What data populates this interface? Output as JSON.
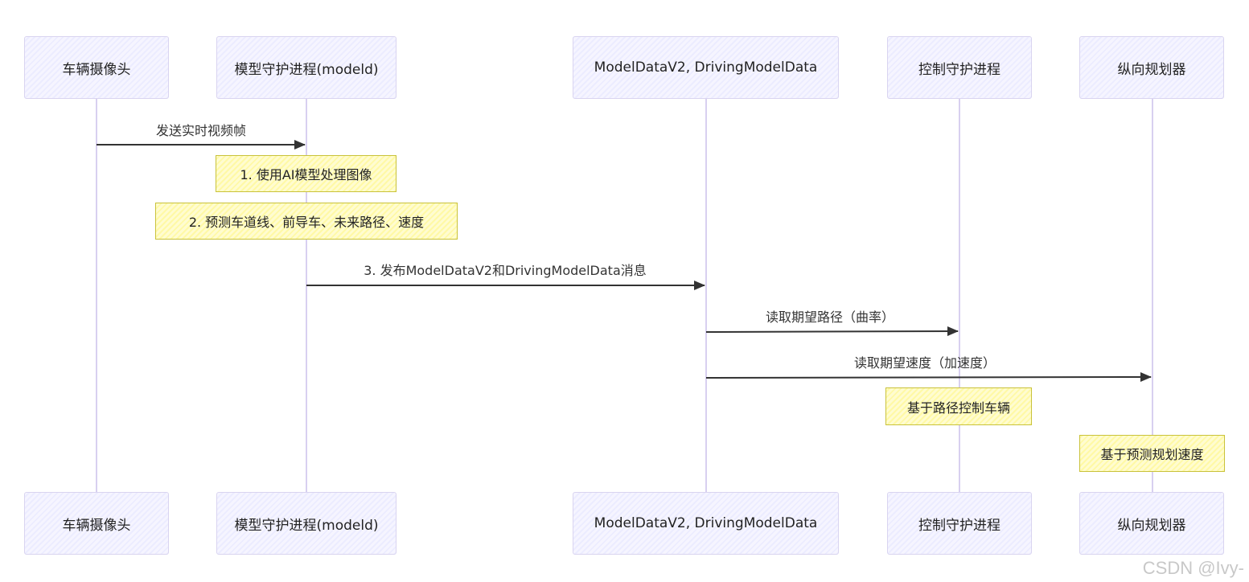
{
  "participants": [
    {
      "label": "车辆摄像头"
    },
    {
      "label": "模型守护进程(modeld)"
    },
    {
      "label": "ModelDataV2, DrivingModelData"
    },
    {
      "label": "控制守护进程"
    },
    {
      "label": "纵向规划器"
    }
  ],
  "messages": [
    {
      "label": "发送实时视频帧"
    },
    {
      "label": "3. 发布ModelDataV2和DrivingModelData消息"
    },
    {
      "label": "读取期望路径（曲率）"
    },
    {
      "label": "读取期望速度（加速度）"
    }
  ],
  "notes": [
    {
      "label": "1. 使用AI模型处理图像"
    },
    {
      "label": "2. 预测车道线、前导车、未来路径、速度"
    },
    {
      "label": "基于路径控制车辆"
    },
    {
      "label": "基于预测规划速度"
    }
  ],
  "watermark": "CSDN @Ivy-",
  "colors": {
    "actor_fill": "#ececff",
    "actor_border": "#d9d4f0",
    "note_fill": "#fff9a6",
    "note_border": "#c9c23a",
    "lifeline": "#d8d0f0",
    "arrow": "#333333"
  }
}
